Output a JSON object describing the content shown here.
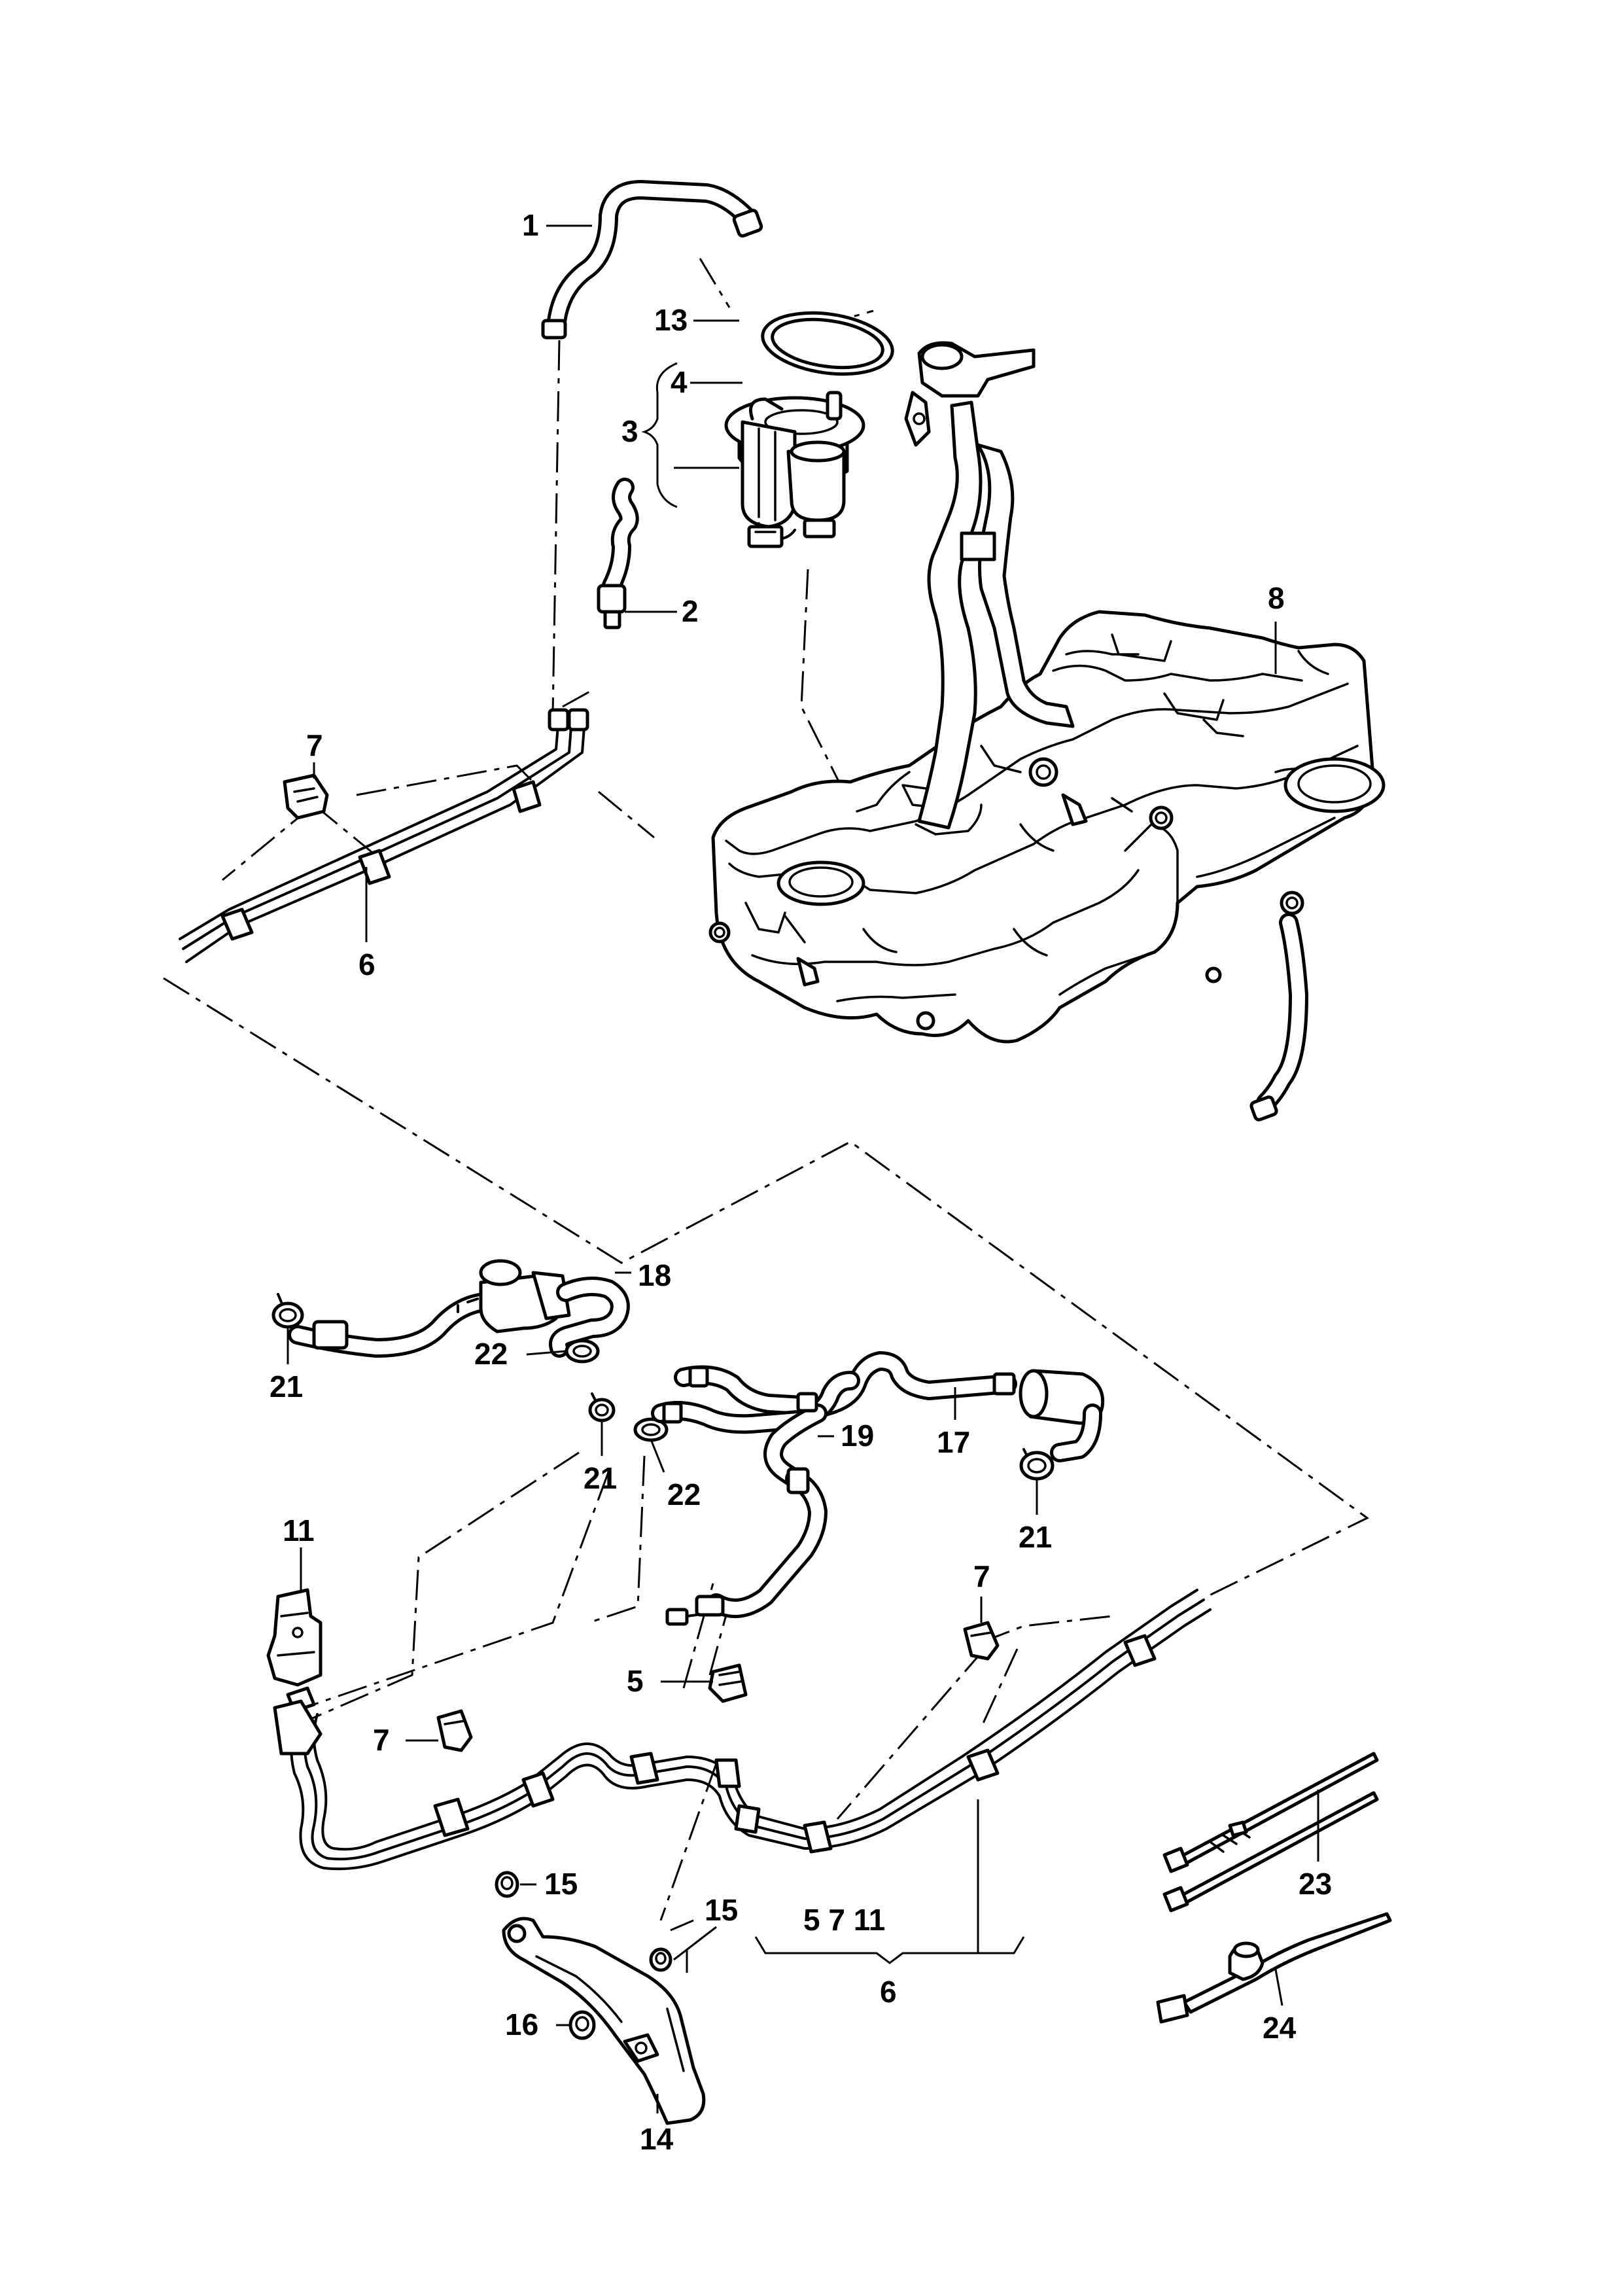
{
  "callouts": {
    "c1": "1",
    "c2": "2",
    "c3": "3",
    "c4": "4",
    "c6_top": "6",
    "c7_top": "7",
    "c8": "8",
    "c13": "13",
    "c18": "18",
    "c21_left": "21",
    "c22_upper": "22",
    "c21_mid": "21",
    "c22_lower": "22",
    "c19": "19",
    "c17": "17",
    "c21_right": "21",
    "c11": "11",
    "c5": "5",
    "c7_right": "7",
    "c7_left": "7",
    "c15_left": "15",
    "c15_right": "15",
    "c16": "16",
    "c14": "14",
    "c23": "23",
    "c24": "24",
    "c6_bottom": "6",
    "set_contents": "5 7 11"
  },
  "colors": {
    "line": "#000000",
    "background": "#ffffff"
  }
}
